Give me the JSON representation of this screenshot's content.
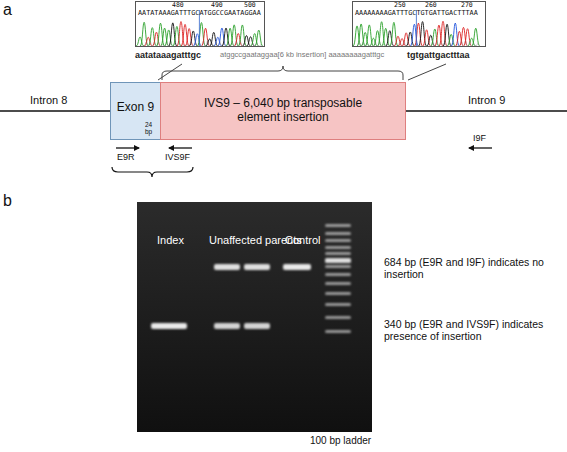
{
  "diagram": {
    "nodes": [
      {
        "text": [
          "AATATAAAGATTTGCATGGCCGAATAGGAA",
          "480",
          "490",
          "500"
        ]
      },
      {
        "text": [
          "AAAAAAAAGATTTGCTGTGATTGACTTTAA",
          "250",
          "260",
          "270"
        ]
      },
      {
        "text": [
          "Exon 9"
        ]
      },
      {
        "text": [
          "IVS9 – 6,040 bp transposable element insertion"
        ]
      },
      {
        "text": [
          "Index",
          "Unaffected parents",
          "Control"
        ]
      }
    ],
    "labels": [
      "a",
      "aatataaagatttgc",
      "atggccgaataggaa[6 kb insertion] aaaaaaaagatttgc",
      "tgtgattgactttaa",
      "Intron 8",
      "24 bp",
      "Intron 9",
      "E9R",
      "IVS9F",
      "I9F",
      "b",
      "684 bp (E9R and I9F) indicates no insertion",
      "340 bp (E9R and IVS9F) indicates presence of insertion",
      "100 bp ladder"
    ]
  }
}
